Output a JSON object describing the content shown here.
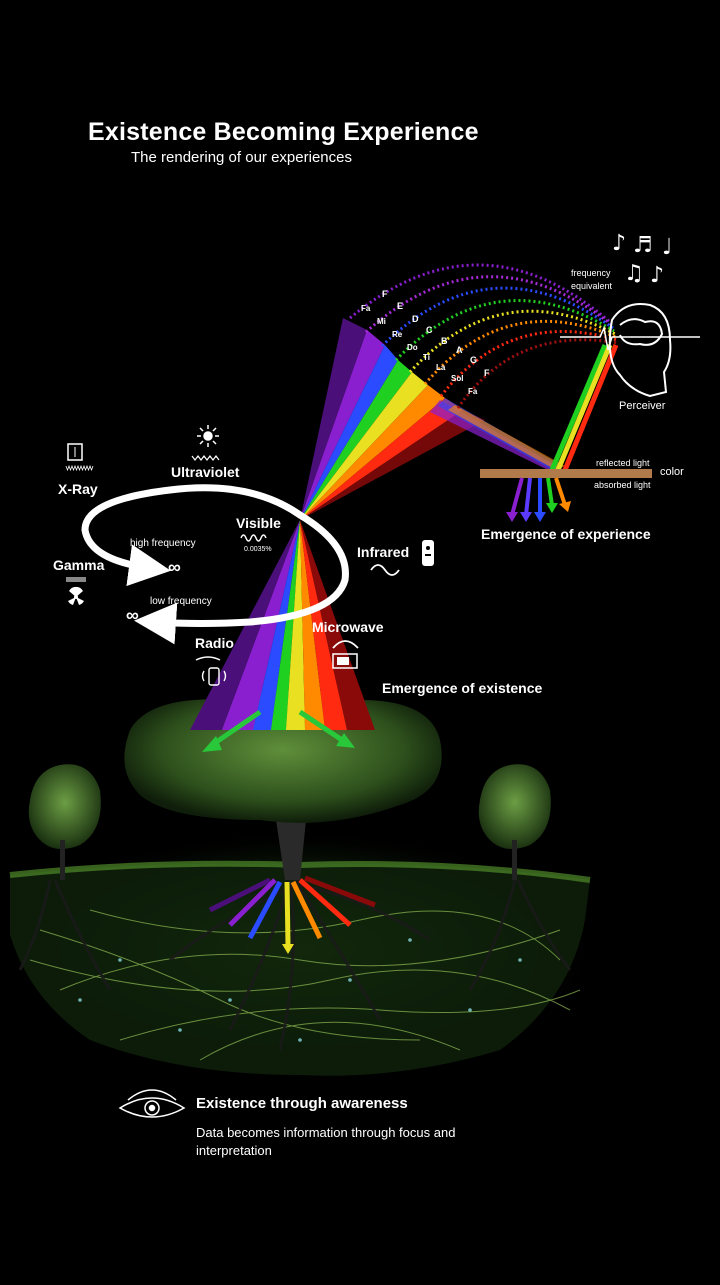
{
  "header": {
    "title": "Existence Becoming Experience",
    "subtitle": "The rendering of our experiences"
  },
  "spectrum": {
    "xray": "X-Ray",
    "ultraviolet": "Ultraviolet",
    "visible": "Visible",
    "visible_note": "0.0035%",
    "gamma": "Gamma",
    "high_frequency": "high frequency",
    "low_frequency": "low frequency",
    "infinity_symbol": "∞",
    "infrared": "Infrared",
    "microwave": "Microwave",
    "radio": "Radio"
  },
  "perception": {
    "frequency_equivalent_line1": "frequency",
    "frequency_equivalent_line2": "equivalent",
    "perceiver": "Perceiver",
    "reflected_light": "reflected light",
    "absorbed_light": "absorbed light",
    "color": "color",
    "emergence_of_experience": "Emergence of experience",
    "emergence_of_existence": "Emergence of existence"
  },
  "notes_outer": [
    "Fa",
    "Mi",
    "Re",
    "Do",
    "Ti",
    "La",
    "Sol",
    "Fa"
  ],
  "notes_inner": [
    "F",
    "E",
    "D",
    "C",
    "B",
    "A",
    "G",
    "F"
  ],
  "awareness": {
    "title": "Existence through awareness",
    "body": "Data becomes information through focus and interpretation"
  },
  "colors": {
    "spectrum": [
      "#4b0f7a",
      "#8a1fd0",
      "#2a4bff",
      "#18b0c8",
      "#20d020",
      "#e8e020",
      "#ff8a00",
      "#ff2a10",
      "#8a0a0a"
    ],
    "background": "#000000",
    "text": "#ffffff",
    "surface_bar": "#b07a4a"
  },
  "icons": [
    "sun-icon",
    "xray-icon",
    "radiation-icon",
    "remote-icon",
    "microwave-icon",
    "phone-icon",
    "music-notes-icon",
    "brain-head-icon",
    "eye-icon",
    "tree-icon"
  ]
}
